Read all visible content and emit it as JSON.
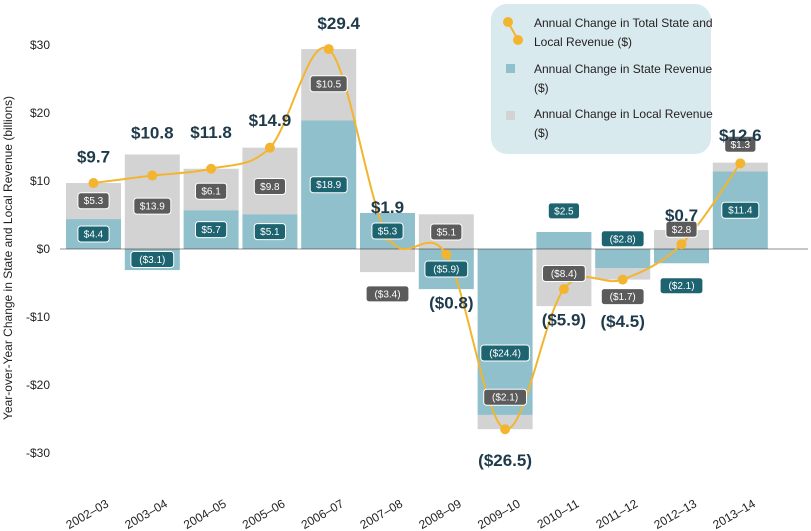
{
  "chart_data": {
    "type": "bar",
    "categories": [
      "2002–03",
      "2003–04",
      "2004–05",
      "2005–06",
      "2006–07",
      "2007–08",
      "2008–09",
      "2009–10",
      "2010–11",
      "2011–12",
      "2012–13",
      "2013–14"
    ],
    "series": [
      {
        "name": "Annual Change in State Revenue ($)",
        "kind": "bar",
        "color": "#8fc0cb",
        "values": [
          4.4,
          -3.1,
          5.7,
          5.1,
          18.9,
          5.3,
          -5.9,
          -24.4,
          2.5,
          -2.8,
          -2.1,
          11.4
        ],
        "labels": [
          "$4.4",
          "($3.1)",
          "$5.7",
          "$5.1",
          "$18.9",
          "$5.3",
          "($5.9)",
          "($24.4)",
          "$2.5",
          "($2.8)",
          "($2.1)",
          "$11.4"
        ]
      },
      {
        "name": "Annual Change in Local Revenue ($)",
        "kind": "bar",
        "color": "#d3d3d3",
        "values": [
          5.3,
          13.9,
          6.1,
          9.8,
          10.5,
          -3.4,
          5.1,
          -2.1,
          -8.4,
          -1.7,
          2.8,
          1.3
        ],
        "labels": [
          "$5.3",
          "$13.9",
          "$6.1",
          "$9.8",
          "$10.5",
          "($3.4)",
          "$5.1",
          "($2.1)",
          "($8.4)",
          "($1.7)",
          "$2.8",
          "$1.3"
        ]
      },
      {
        "name": "Annual Change in Total State and Local Revenue ($)",
        "kind": "line",
        "color": "#f3b530",
        "values": [
          9.7,
          10.8,
          11.8,
          14.9,
          29.4,
          1.9,
          -0.8,
          -26.5,
          -5.9,
          -4.5,
          0.7,
          12.6
        ],
        "labels": [
          "$9.7",
          "$10.8",
          "$11.8",
          "$14.9",
          "$29.4",
          "$1.9",
          "($0.8)",
          "($26.5)",
          "($5.9)",
          "($4.5)",
          "$0.7",
          "$12.6"
        ]
      }
    ],
    "ylabel": "Year-over-Year Change in State and Local Revenue (billions)",
    "ylim": [
      -30,
      30
    ],
    "yticks": [
      30,
      20,
      10,
      0,
      -10,
      -20,
      -30
    ],
    "ytick_labels": [
      "$30",
      "$20",
      "$10",
      "$0",
      "-$10",
      "-$20",
      "-$30"
    ],
    "legend_position": "top-right",
    "grid": false,
    "colors": {
      "state_bar": "#8fc0cb",
      "local_bar": "#d3d3d3",
      "line": "#f3b530",
      "state_label_bg": "#1e6470",
      "local_label_bg": "#5b5b5b",
      "total_label": "#1f3a4a",
      "legend_bg": "#d9eaee"
    }
  }
}
